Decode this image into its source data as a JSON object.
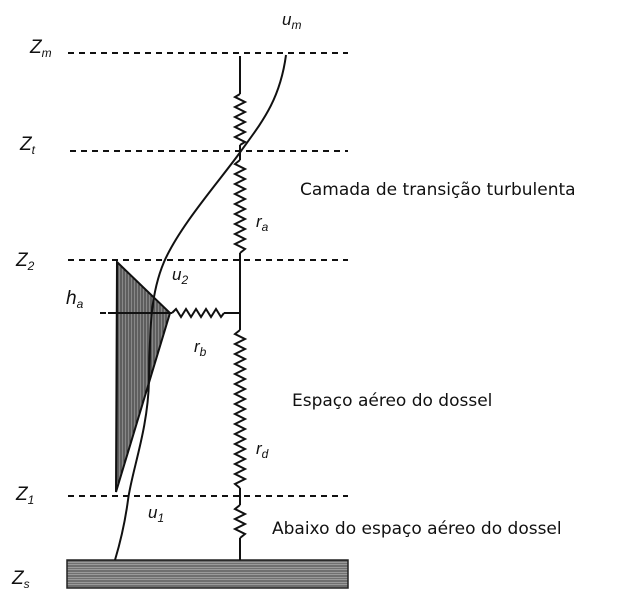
{
  "levels": {
    "zm": {
      "base": "Z",
      "sub": "m"
    },
    "zt": {
      "base": "Z",
      "sub": "t"
    },
    "z2": {
      "base": "Z",
      "sub": "2"
    },
    "ha": {
      "base": "h",
      "sub": "a"
    },
    "z1": {
      "base": "Z",
      "sub": "1"
    },
    "zs": {
      "base": "Z",
      "sub": "s"
    }
  },
  "variables": {
    "um": {
      "base": "u",
      "sub": "m"
    },
    "u2": {
      "base": "u",
      "sub": "2"
    },
    "u1": {
      "base": "u",
      "sub": "1"
    },
    "ra": {
      "base": "r",
      "sub": "a"
    },
    "rb": {
      "base": "r",
      "sub": "b"
    },
    "rd": {
      "base": "r",
      "sub": "d"
    }
  },
  "zones": {
    "transition": "Camada de transição turbulenta",
    "canopy": "Espaço aéreo do dossel",
    "below": "Abaixo do espaço aéreo do dossel"
  }
}
